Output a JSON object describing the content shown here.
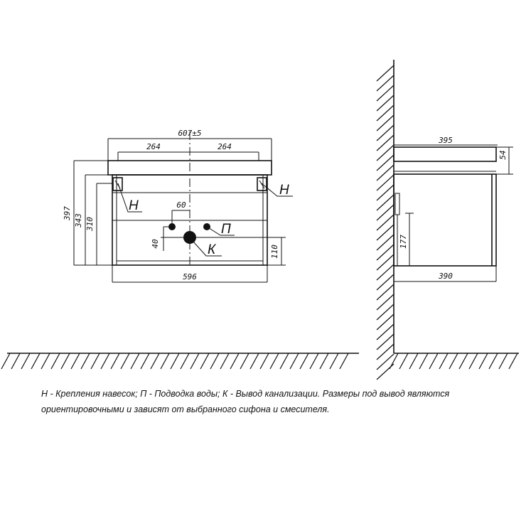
{
  "front_view": {
    "overall_width": "607±5",
    "left_half": "264",
    "right_half": "264",
    "height_total": "397",
    "height_343": "343",
    "height_310": "310",
    "bottom_width": "596",
    "pipe_offset_x": "60",
    "pipe_offset_y": "40",
    "drain_height": "110",
    "label_mount_left": "Н",
    "label_mount_right": "Н",
    "label_water": "П",
    "label_drain": "К"
  },
  "side_view": {
    "top_depth": "395",
    "top_thickness": "54",
    "drain_height": "177",
    "bottom_depth": "390"
  },
  "caption": {
    "line1": "Н - Крепления навесок; П - Подводка воды; К - Вывод канализации. Размеры под вывод являются",
    "line2": "ориентировочными и зависят от выбранного сифона и смесителя."
  }
}
